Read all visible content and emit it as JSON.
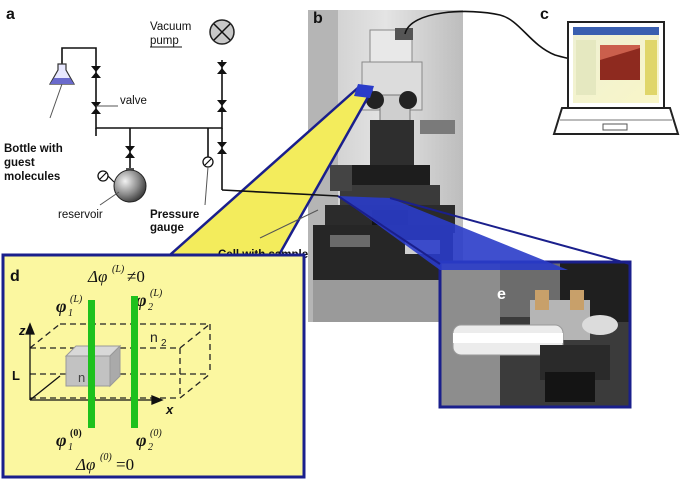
{
  "panels": {
    "a": "a",
    "b": "b",
    "c": "c",
    "d": "d",
    "e": "e"
  },
  "labels": {
    "vacuum_pump_1": "Vacuum",
    "vacuum_pump_2": "pump",
    "valve": "valve",
    "bottle_1": "Bottle with",
    "bottle_2": "guest",
    "bottle_3": "molecules",
    "reservoir": "reservoir",
    "pressure_1": "Pressure",
    "pressure_2": "gauge",
    "cell_with_sample": "Cell with sample"
  },
  "inset_d": {
    "top_eq_delta": "Δφ",
    "top_eq_sup": "(L)",
    "top_eq_rel": "≠0",
    "phi1_top_sup": "(L)",
    "phi2_top_sup": "(L)",
    "phi_symbol": "φ",
    "phi1_sub": "1",
    "phi2_sub": "2",
    "phi1_bot_sup": "(0)",
    "phi2_bot_sup": "(0)",
    "bottom_eq_delta": "Δφ",
    "bottom_eq_sup": "(0)",
    "bottom_eq_rel": "=0",
    "axis_z": "z",
    "axis_x": "x",
    "axis_L": "L",
    "region_n1": "n",
    "region_n1_sub": "1",
    "region_n2": "n",
    "region_n2_sub": "2"
  },
  "colors": {
    "callout_blue": "#1a1f8c",
    "inset_fill": "#fbf7a0",
    "beam_green": "#1dc11d",
    "beam_blue_fill": "#2a3cc9",
    "beam_yellow_fill": "#f3ec5c"
  },
  "icons": [
    "valve-icon",
    "pressure-gauge-icon",
    "vacuum-pump-icon",
    "flask-icon",
    "reservoir-icon",
    "laptop-icon",
    "microscope-photo",
    "cell-photo"
  ]
}
